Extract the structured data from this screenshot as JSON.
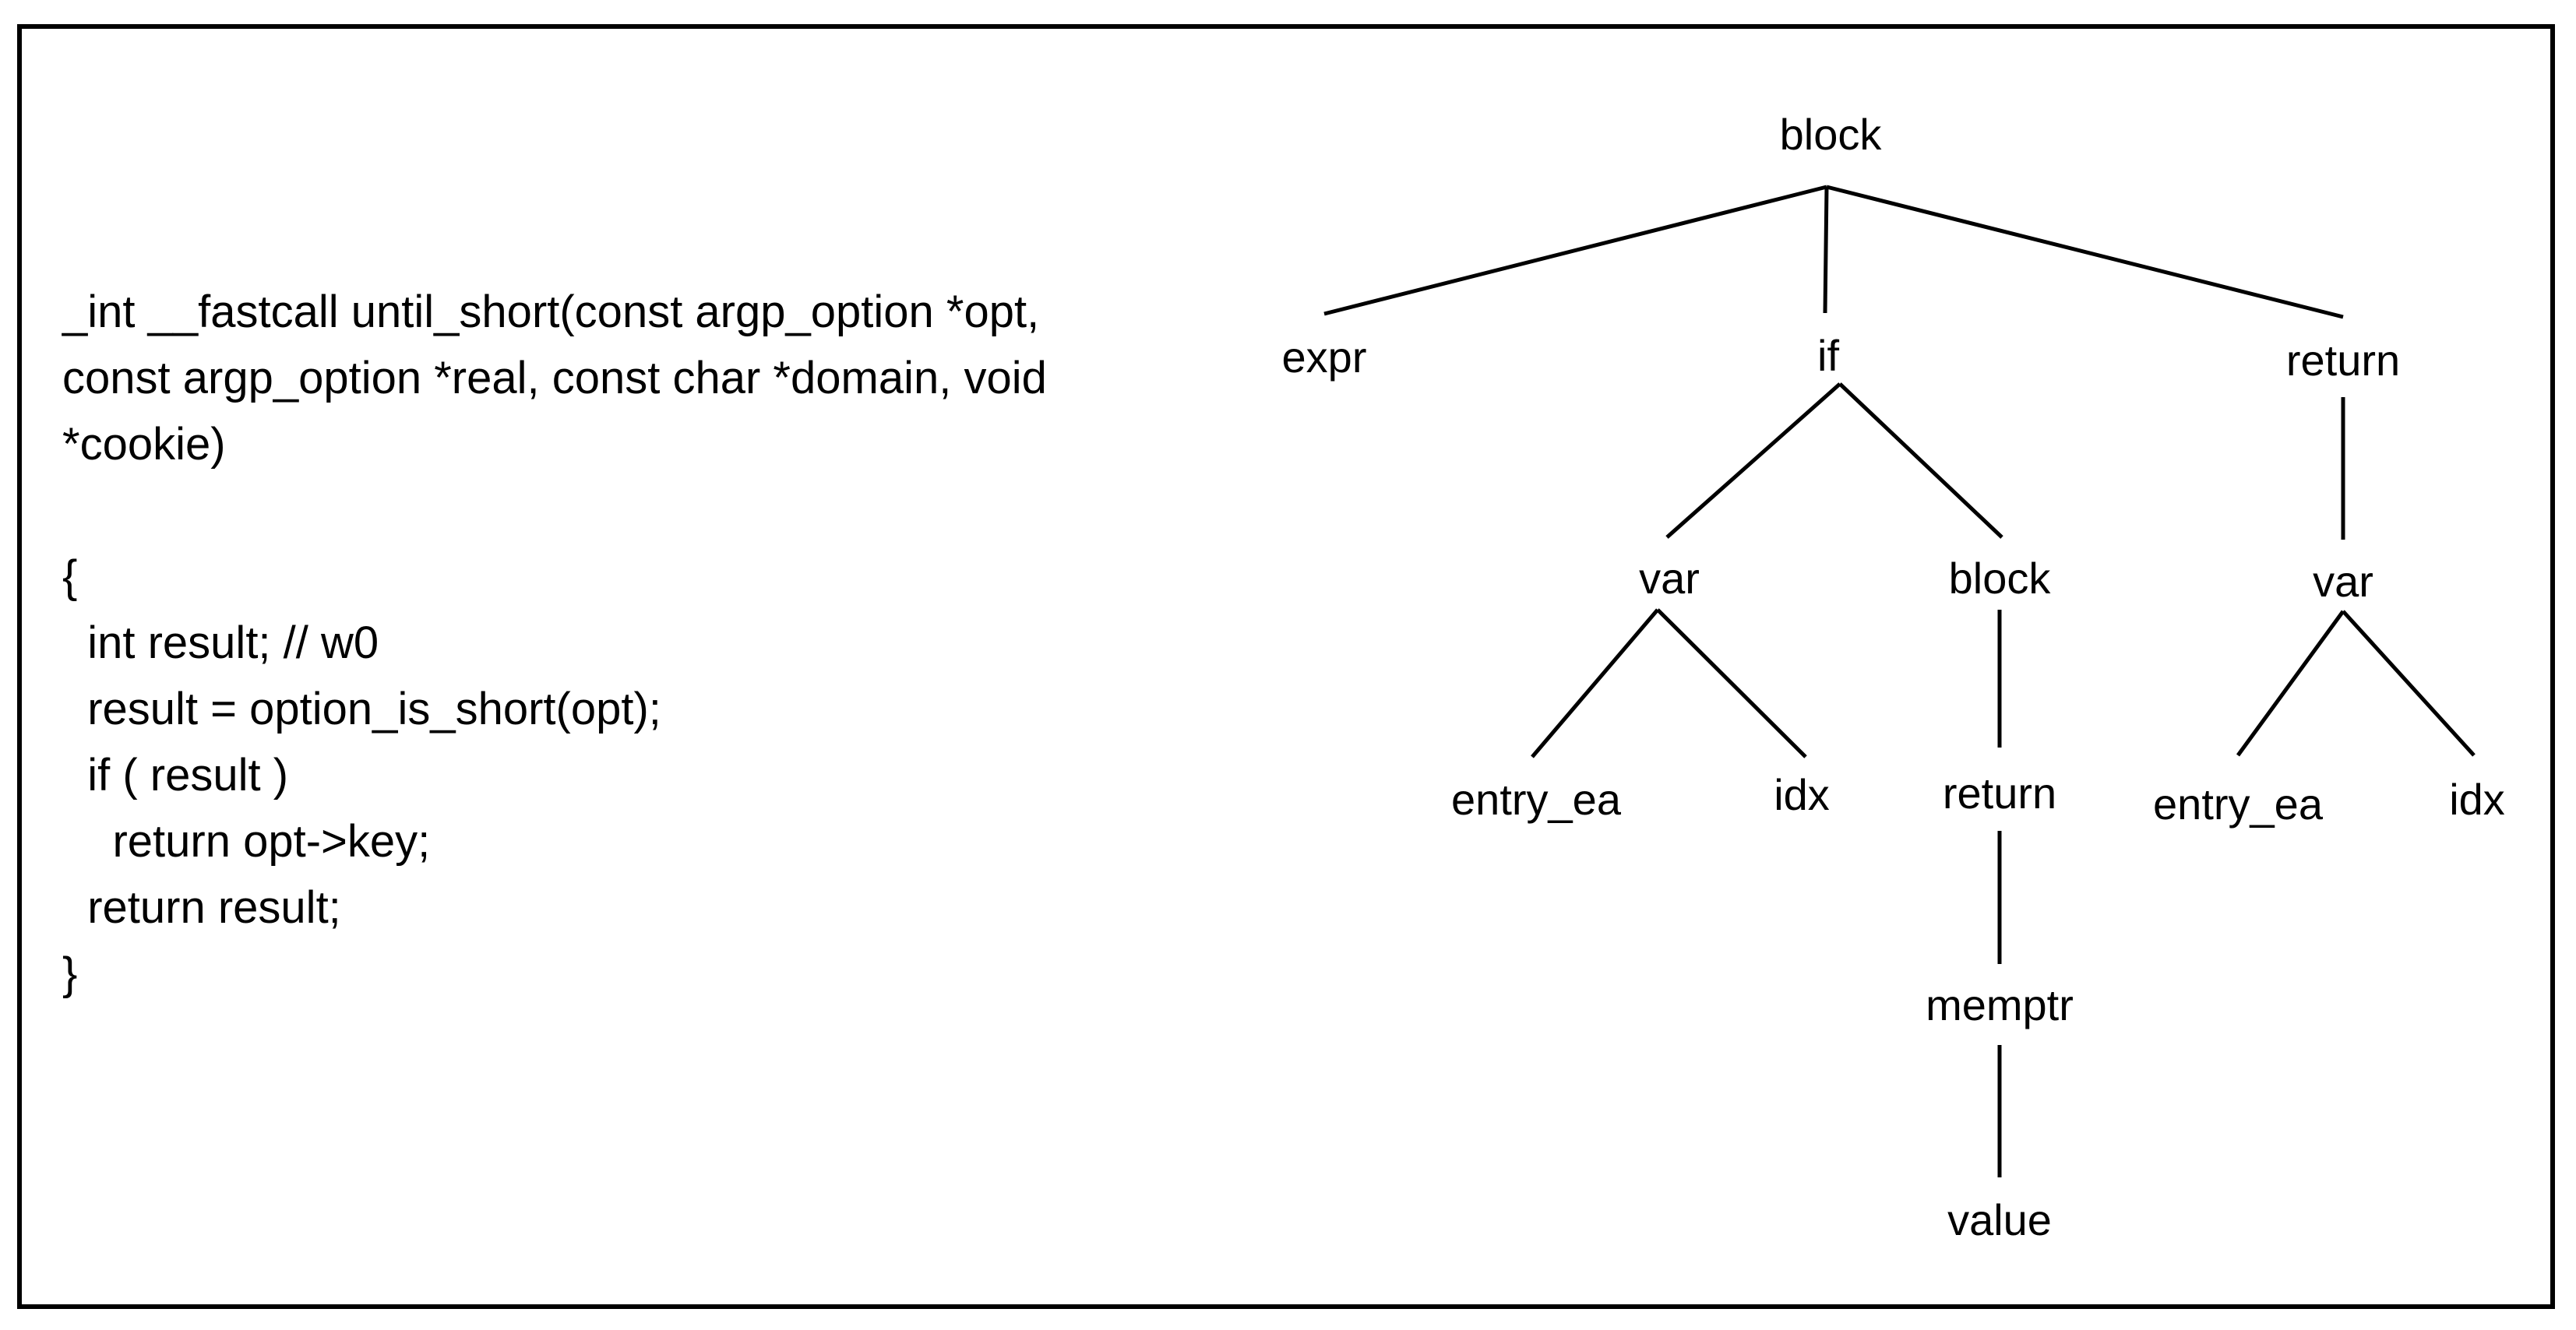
{
  "code": {
    "lines": [
      "_int __fastcall until_short(const argp_option *opt,",
      "const argp_option *real, const char *domain, void",
      "*cookie)",
      "",
      "{",
      "  int result; // w0",
      "  result = option_is_short(opt);",
      "  if ( result )",
      "    return opt->key;",
      "  return result;",
      "}"
    ]
  },
  "tree": {
    "nodes": {
      "root_block": "block",
      "expr": "expr",
      "if": "if",
      "return_top": "return",
      "var_if": "var",
      "block_if": "block",
      "var_ret": "var",
      "entry_ea_if": "entry_ea",
      "idx_if": "idx",
      "return_inner": "return",
      "entry_ea_ret": "entry_ea",
      "idx_ret": "idx",
      "memptr": "memptr",
      "value": "value"
    }
  }
}
